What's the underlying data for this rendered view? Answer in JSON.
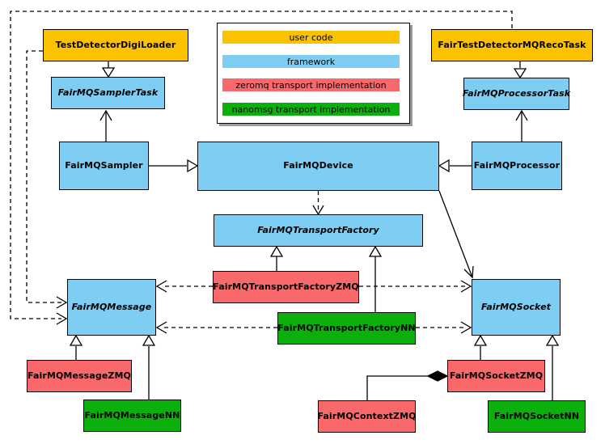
{
  "colors": {
    "user_code": "#fcc200",
    "framework": "#7dcef2",
    "zeromq": "#f9696c",
    "nanomsg": "#0cb00c"
  },
  "nodes": {
    "test_detector_digi_loader": "TestDetectorDigiLoader",
    "fairmq_sampler_task": "FairMQSamplerTask",
    "fairmq_sampler": "FairMQSampler",
    "fairmq_device": "FairMQDevice",
    "fair_test_detector_mq_reco_task": "FairTestDetectorMQRecoTask",
    "fairmq_processor_task": "FairMQProcessorTask",
    "fairmq_processor": "FairMQProcessor",
    "fairmq_transport_factory": "FairMQTransportFactory",
    "fairmq_transport_factory_zmq": "FairMQTransportFactoryZMQ",
    "fairmq_transport_factory_nn": "FairMQTransportFactoryNN",
    "fairmq_message": "FairMQMessage",
    "fairmq_socket": "FairMQSocket",
    "fairmq_message_zmq": "FairMQMessageZMQ",
    "fairmq_message_nn": "FairMQMessageNN",
    "fairmq_socket_zmq": "FairMQSocketZMQ",
    "fairmq_socket_nn": "FairMQSocketNN",
    "fairmq_context_zmq": "FairMQContextZMQ"
  },
  "legend": {
    "items": [
      {
        "label": "user code",
        "color": "#fcc200"
      },
      {
        "label": "framework",
        "color": "#7dcef2"
      },
      {
        "label": "zeromq transport implementation",
        "color": "#f9696c"
      },
      {
        "label": "nanomsg transport implementation",
        "color": "#0cb00c"
      }
    ]
  }
}
